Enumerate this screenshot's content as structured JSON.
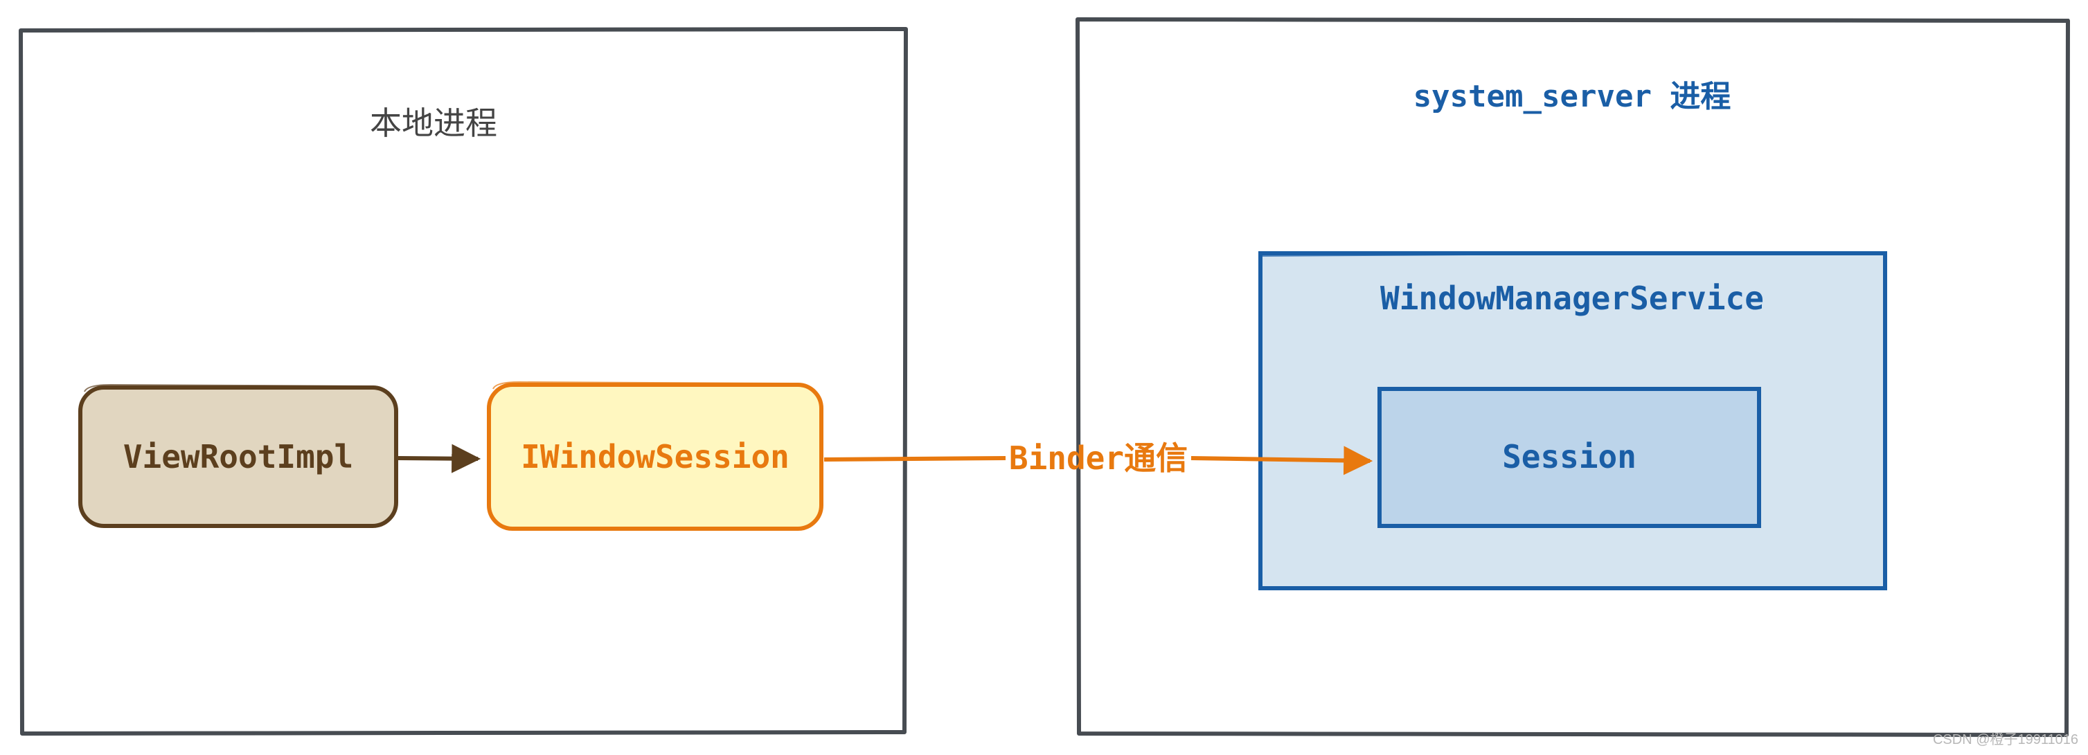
{
  "local_process": {
    "title": "本地进程"
  },
  "system_server_process": {
    "title": "system_server 进程"
  },
  "nodes": {
    "view_root_impl": "ViewRootImpl",
    "iwindow_session": "IWindowSession",
    "window_manager_service": "WindowManagerService",
    "session": "Session"
  },
  "edges": {
    "binder_label": "Binder通信"
  },
  "watermark": "CSDN @橙子19911016",
  "colors": {
    "frame": "#474c52",
    "brown_stroke": "#5c3f1e",
    "brown_fill": "#e1d6c0",
    "orange_stroke": "#e8790f",
    "yellow_fill": "#fff7c0",
    "blue_stroke": "#1a5ea6",
    "blue_fill_light": "#d5e4f0",
    "blue_fill_dark": "#bcd4ea",
    "local_title": "#444444"
  }
}
